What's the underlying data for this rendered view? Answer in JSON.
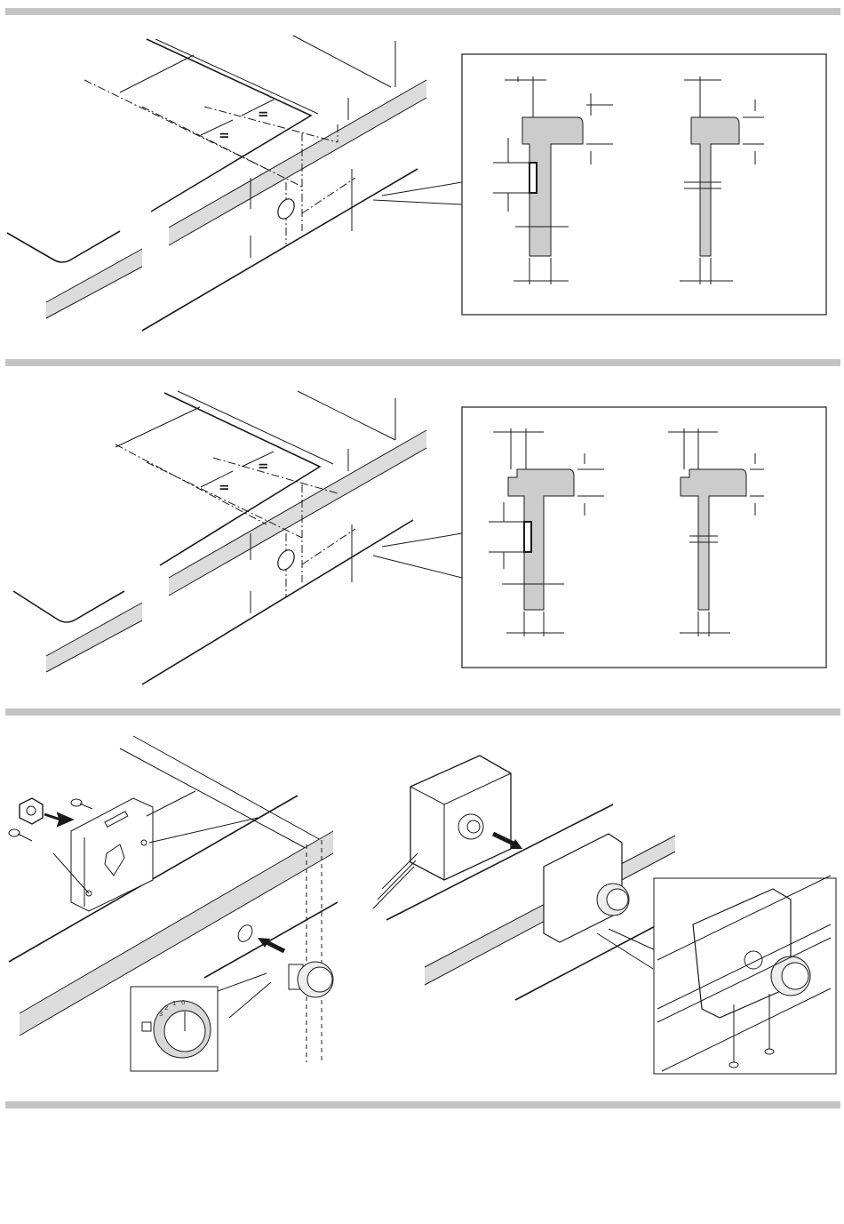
{
  "labels": {
    "equal_mark": "=",
    "dial_positions": [
      "0",
      "1",
      "2",
      "3"
    ]
  },
  "colors": {
    "separator_band": "#c4c4c4",
    "section_fill": "#cccccc",
    "line": "#1a1a1a"
  },
  "icons": [
    "arrow-icon",
    "screw-icon",
    "nut-icon",
    "control-knob-icon",
    "fan-symbol-icon"
  ]
}
